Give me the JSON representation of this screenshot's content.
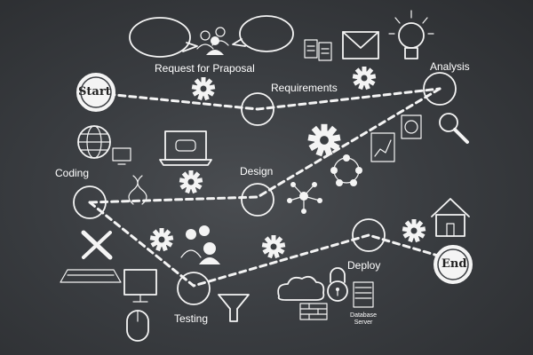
{
  "labels": {
    "request": "Request for Praposal",
    "requirements": "Requirements",
    "analysis": "Analysis",
    "start": "Start",
    "coding": "Coding",
    "design": "Design",
    "deploy": "Deploy",
    "end": "End",
    "testing": "Testing",
    "database": "Database Server"
  },
  "colors": {
    "background": "#3a3d41",
    "chalk": "#f4f4f4"
  },
  "icons": [
    "speech-bubble-icon",
    "people-icon",
    "documents-icon",
    "envelope-icon",
    "lightbulb-icon",
    "gear-icon",
    "globe-icon",
    "monitor-icon",
    "chart-icon",
    "magnifier-icon",
    "network-icon",
    "wrench-icon",
    "keyboard-icon",
    "mouse-icon",
    "funnel-icon",
    "cloud-icon",
    "lock-icon",
    "server-icon",
    "house-icon",
    "brick-wall-icon",
    "dna-icon"
  ]
}
